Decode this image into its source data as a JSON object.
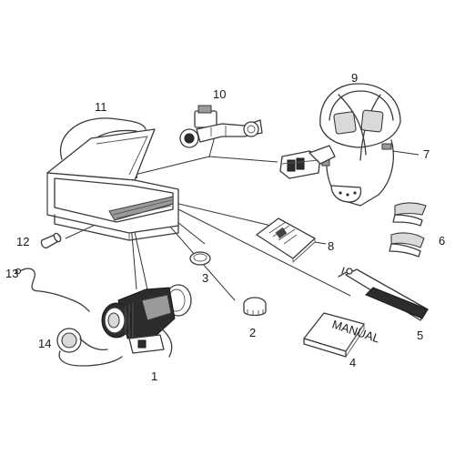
{
  "diagram": {
    "parts": [
      {
        "id": "p1",
        "label": "1"
      },
      {
        "id": "p2",
        "label": "2"
      },
      {
        "id": "p3",
        "label": "3"
      },
      {
        "id": "p4",
        "label": "4"
      },
      {
        "id": "p5",
        "label": "5"
      },
      {
        "id": "p6",
        "label": "6"
      },
      {
        "id": "p7",
        "label": "7"
      },
      {
        "id": "p8",
        "label": "8"
      },
      {
        "id": "p9",
        "label": "9"
      },
      {
        "id": "p10",
        "label": "10"
      },
      {
        "id": "p11",
        "label": "11"
      },
      {
        "id": "p12",
        "label": "12"
      },
      {
        "id": "p13",
        "label": "13"
      },
      {
        "id": "p14",
        "label": "14"
      }
    ],
    "manual_cover_text": "MANUAL"
  }
}
